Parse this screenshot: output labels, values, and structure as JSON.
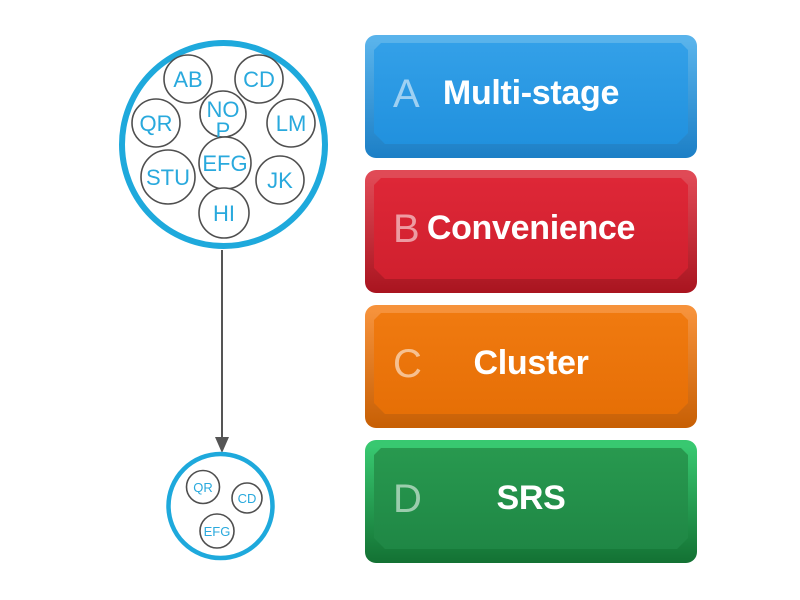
{
  "diagram": {
    "accent": "#1ea9dc",
    "member_stroke": "#4f4f4f",
    "member_text_color": "#29a9dd",
    "arrow_color": "#555555",
    "population": {
      "members": [
        {
          "label": "AB"
        },
        {
          "label": "CD"
        },
        {
          "line1": "NO",
          "line2": "P"
        },
        {
          "label": "QR"
        },
        {
          "label": "LM"
        },
        {
          "label": "EFG"
        },
        {
          "label": "STU"
        },
        {
          "label": "JK"
        },
        {
          "label": "HI"
        }
      ]
    },
    "sample": {
      "members": [
        {
          "label": "QR"
        },
        {
          "label": "CD"
        },
        {
          "label": "EFG"
        }
      ]
    }
  },
  "options": {
    "letter_color": "rgba(255,255,255,0.55)",
    "label_color": "#ffffff",
    "items": [
      {
        "letter": "A",
        "label": "Multi-stage",
        "highlight": "#59b3eb",
        "face_top": "#33a0e8",
        "face_bottom": "#2191de",
        "edge": "#1c7fc6"
      },
      {
        "letter": "B",
        "label": "Convenience",
        "highlight": "#e04a56",
        "face_top": "#de2737",
        "face_bottom": "#d0202e",
        "edge": "#a9141f"
      },
      {
        "letter": "C",
        "label": "Cluster",
        "highlight": "#f6923b",
        "face_top": "#f07a10",
        "face_bottom": "#e66f06",
        "edge": "#c75f04"
      },
      {
        "letter": "D",
        "label": "SRS",
        "highlight": "#38c870",
        "face_top": "#28994f",
        "face_bottom": "#1f8745",
        "edge": "#137133"
      }
    ]
  }
}
